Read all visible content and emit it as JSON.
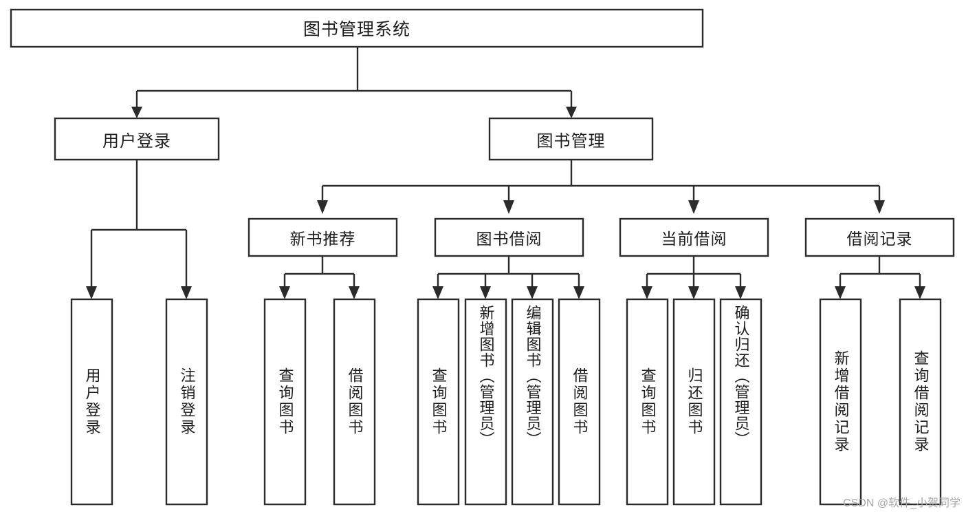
{
  "diagram": {
    "type": "tree-hierarchy-chart",
    "title": "图书管理系统",
    "colors": {
      "box_stroke": "#2b2b2b",
      "box_fill": "#ffffff",
      "text": "#1d1d1d",
      "background": "#ffffff",
      "watermark": "#a6a6a6"
    },
    "root": {
      "label": "图书管理系统"
    },
    "level2": [
      {
        "id": "user-login",
        "label": "用户登录"
      },
      {
        "id": "book-manage",
        "label": "图书管理"
      }
    ],
    "level3": [
      {
        "id": "new-book-rec",
        "label": "新书推荐"
      },
      {
        "id": "book-borrow",
        "label": "图书借阅"
      },
      {
        "id": "current-borrow",
        "label": "当前借阅"
      },
      {
        "id": "borrow-record",
        "label": "借阅记录"
      }
    ],
    "leaves": {
      "user_login": [
        {
          "id": "leaf-user-login",
          "label": "用户登录"
        },
        {
          "id": "leaf-logout",
          "label": "注销登录"
        }
      ],
      "new_book_rec": [
        {
          "id": "leaf-query-book-1",
          "label": "查询图书"
        },
        {
          "id": "leaf-borrow-book-1",
          "label": "借阅图书"
        }
      ],
      "book_borrow": [
        {
          "id": "leaf-query-book-2",
          "label": "查询图书"
        },
        {
          "id": "leaf-add-book",
          "label": "新增图书（管理员）"
        },
        {
          "id": "leaf-edit-book",
          "label": "编辑图书（管理员）"
        },
        {
          "id": "leaf-borrow-book-2",
          "label": "借阅图书"
        }
      ],
      "current_borrow": [
        {
          "id": "leaf-query-book-3",
          "label": "查询图书"
        },
        {
          "id": "leaf-return-book",
          "label": "归还图书"
        },
        {
          "id": "leaf-confirm-return",
          "label": "确认归还（管理员）"
        }
      ],
      "borrow_record": [
        {
          "id": "leaf-add-record",
          "label": "新增借阅记录"
        },
        {
          "id": "leaf-query-record",
          "label": "查询借阅记录"
        }
      ]
    },
    "watermark": "CSDN @软件_小贺同学"
  }
}
